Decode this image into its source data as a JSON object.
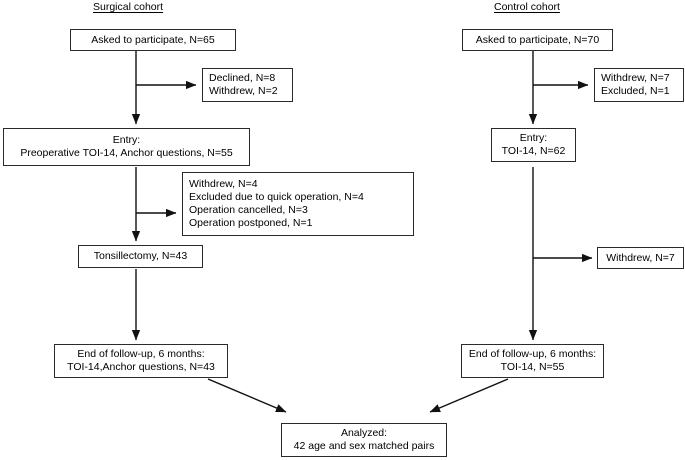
{
  "diagram": {
    "title_left": "Surgical cohort",
    "title_right": "Control cohort",
    "stroke_color": "#2b2b2b",
    "background": "#ffffff"
  },
  "nodes": {
    "left_asked": {
      "line1": "Asked to participate, N=65"
    },
    "left_excl1": {
      "line1": "Declined, N=8",
      "line2": "Withdrew, N=2"
    },
    "left_entry": {
      "line1": "Entry:",
      "line2": "Preoperative TOI-14, Anchor questions, N=55"
    },
    "left_excl2": {
      "line1": "Withdrew, N=4",
      "line2": "Excluded due to quick operation, N=4",
      "line3": "Operation cancelled, N=3",
      "line4": "Operation postponed, N=1"
    },
    "left_tonsillectomy": {
      "line1": "Tonsillectomy, N=43"
    },
    "left_followup": {
      "line1": "End of follow-up, 6 months:",
      "line2": "TOI-14,Anchor questions, N=43"
    },
    "right_asked": {
      "line1": "Asked to participate, N=70"
    },
    "right_excl1": {
      "line1": "Withdrew, N=7",
      "line2": "Excluded, N=1"
    },
    "right_entry": {
      "line1": "Entry:",
      "line2": "TOI-14, N=62"
    },
    "right_excl2": {
      "line1": "Withdrew, N=7"
    },
    "right_followup": {
      "line1": "End of follow-up, 6 months:",
      "line2": "TOI-14, N=55"
    },
    "analyzed": {
      "line1": "Analyzed:",
      "line2": "42 age and sex matched pairs"
    }
  }
}
